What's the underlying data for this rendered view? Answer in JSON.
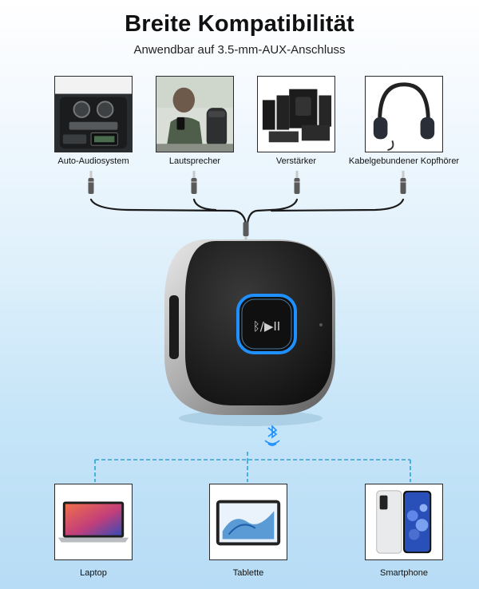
{
  "header": {
    "title": "Breite Kompatibilität",
    "subtitle": "Anwendbar auf 3.5-mm-AUX-Anschluss"
  },
  "top_devices": [
    {
      "label": "Auto-Audiosystem",
      "icon": "car-dashboard-image"
    },
    {
      "label": "Lautsprecher",
      "icon": "speaker-image"
    },
    {
      "label": "Verstärker",
      "icon": "amplifier-image"
    },
    {
      "label": "Kabelgebundener Kopfhörer",
      "icon": "headphones-image"
    }
  ],
  "bottom_devices": [
    {
      "label": "Laptop",
      "icon": "laptop-image"
    },
    {
      "label": "Tablette",
      "icon": "tablet-image"
    },
    {
      "label": "Smartphone",
      "icon": "smartphone-image"
    }
  ],
  "product": {
    "button_glyph": "ᛒ/▶II",
    "accent_color": "#1e90ff",
    "body_color": "#1a1a1a"
  },
  "wireless_icon": "bluetooth-signal-icon"
}
